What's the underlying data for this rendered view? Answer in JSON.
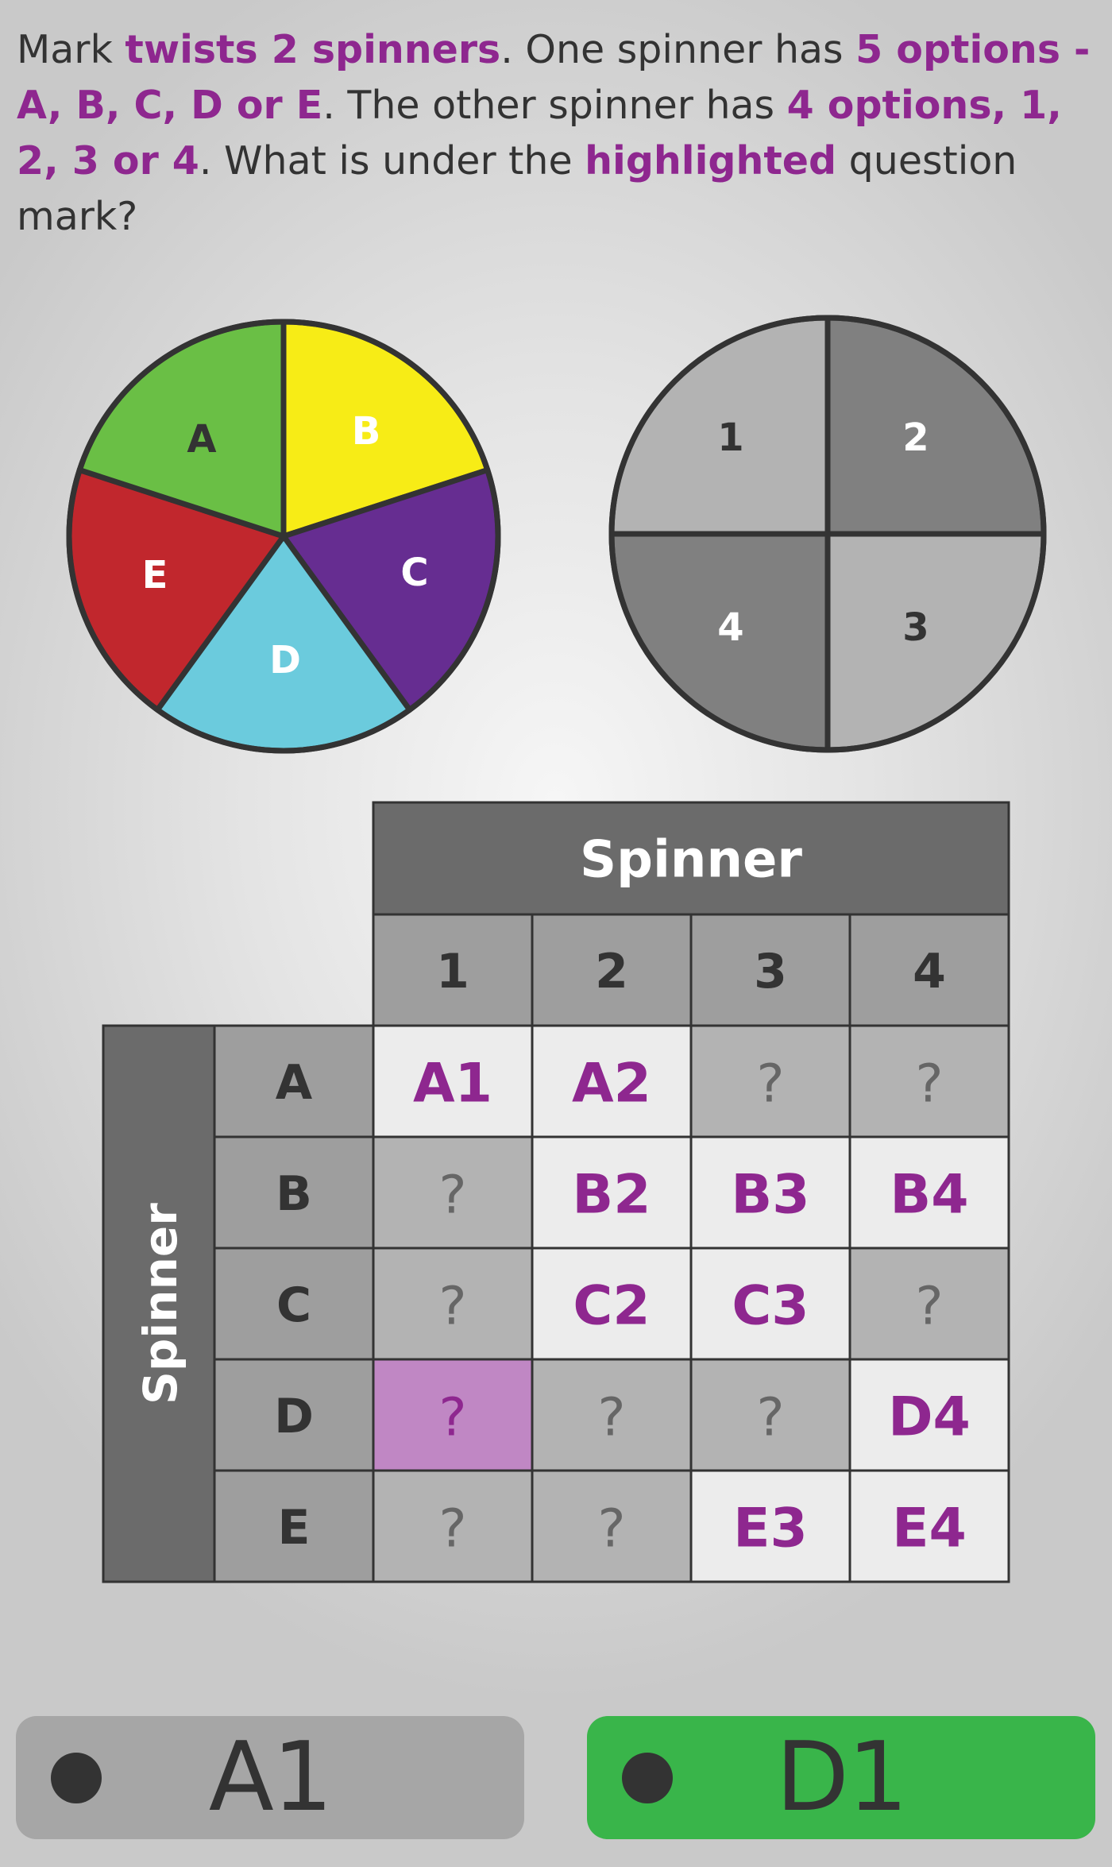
{
  "question": [
    {
      "text": "Mark ",
      "hl": false
    },
    {
      "text": "twists 2 spinners",
      "hl": true
    },
    {
      "text": ". One spinner has ",
      "hl": false
    },
    {
      "text": "5 options - A, B, C, D or E",
      "hl": true
    },
    {
      "text": ". The other spinner has ",
      "hl": false
    },
    {
      "text": "4 options, 1, 2, 3 or 4",
      "hl": true
    },
    {
      "text": ". What is under the ",
      "hl": false
    },
    {
      "text": "highlighted",
      "hl": true
    },
    {
      "text": " question mark?",
      "hl": false
    }
  ],
  "spinner_letters": {
    "segments": [
      {
        "label": "A",
        "color": "#f7ec16"
      },
      {
        "label": "B",
        "color": "#662d91"
      },
      {
        "label": "C",
        "color": "#6bcbdd"
      },
      {
        "label": "D",
        "color": "#c1272d"
      },
      {
        "label": "E",
        "color": "#6abf45"
      }
    ]
  },
  "spinner_numbers": {
    "segments": [
      {
        "label": "1",
        "color": "#b3b3b3"
      },
      {
        "label": "2",
        "color": "#808080"
      },
      {
        "label": "3",
        "color": "#b3b3b3"
      },
      {
        "label": "4",
        "color": "#808080"
      }
    ]
  },
  "grid": {
    "column_header": "Spinner",
    "row_header": "Spinner",
    "columns": [
      "1",
      "2",
      "3",
      "4"
    ],
    "rows": [
      "A",
      "B",
      "C",
      "D",
      "E"
    ],
    "cells": [
      [
        "A1",
        "A2",
        "?",
        "?"
      ],
      [
        "?",
        "B2",
        "B3",
        "B4"
      ],
      [
        "?",
        "C2",
        "C3",
        "?"
      ],
      [
        "?",
        "?",
        "?",
        "D4"
      ],
      [
        "?",
        "?",
        "E3",
        "E4"
      ]
    ],
    "highlighted": {
      "row": 3,
      "col": 0
    }
  },
  "answers": [
    {
      "label": "A1",
      "color": "#a6a6a6"
    },
    {
      "label": "D1",
      "color": "#39b54a"
    }
  ],
  "colors": {
    "text": "#333333",
    "accent": "#8e278f",
    "highlight": "#c087c4",
    "header_dark": "#6b6b6b",
    "header_mid": "#9e9e9e",
    "cell_unknown": "#b3b3b3",
    "cell_known": "#ececec"
  }
}
